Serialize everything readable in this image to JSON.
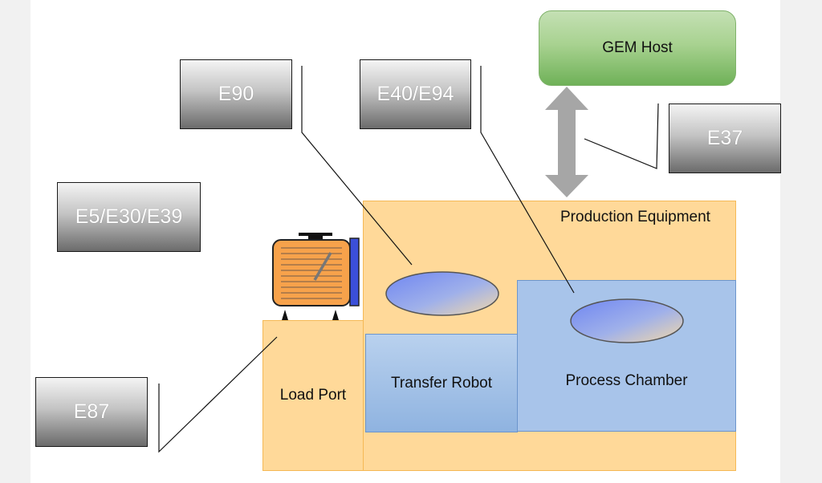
{
  "diagram": {
    "standards": {
      "e90": "E90",
      "e40_e94": "E40/E94",
      "e37": "E37",
      "e5_e30_e39": "E5/E30/E39",
      "e87": "E87"
    },
    "host": "GEM Host",
    "production_equipment": "Production Equipment",
    "load_port": "Load Port",
    "transfer_robot": "Transfer Robot",
    "process_chamber": "Process Chamber"
  },
  "colors": {
    "standard_box": "#7a7a7a",
    "host_green": "#a8d290",
    "equipment_orange": "#ffd999",
    "module_blue": "#a8c4ea",
    "carrier_orange": "#f7a24b",
    "wafer_blue": "#7c93f0"
  }
}
